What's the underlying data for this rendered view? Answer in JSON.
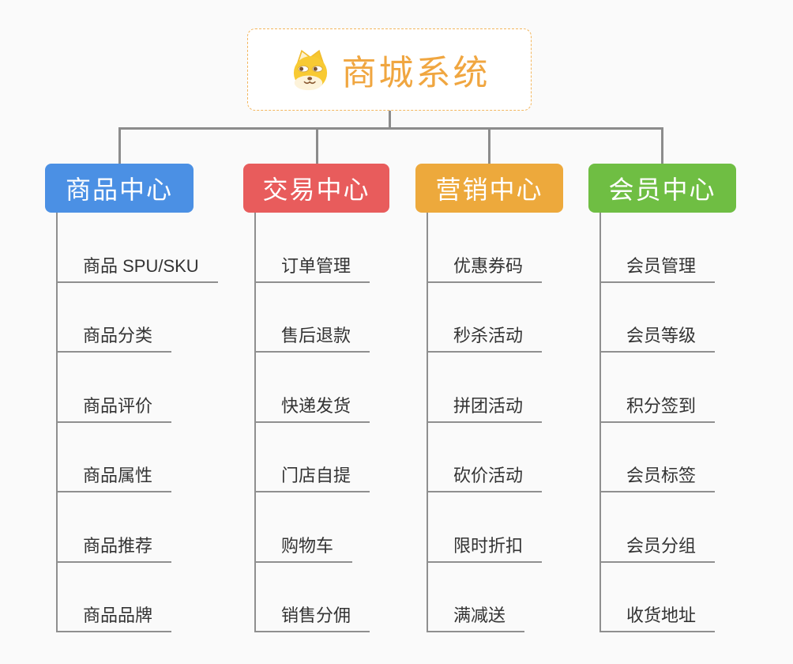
{
  "app": {
    "background": "#fafafa",
    "connector_color": "#8c8c8c",
    "underline_color": "#8f8f8f",
    "item_text_color": "#333333"
  },
  "root": {
    "title": "商城系统",
    "accent_color": "#f0a640",
    "border_color": "#f3b65e",
    "icon": "dog-face-icon"
  },
  "branches": [
    {
      "label": "商品中心",
      "color": "#4b90e4",
      "items": [
        "商品 SPU/SKU",
        "商品分类",
        "商品评价",
        "商品属性",
        "商品推荐",
        "商品品牌"
      ]
    },
    {
      "label": "交易中心",
      "color": "#e85c5c",
      "items": [
        "订单管理",
        "售后退款",
        "快递发货",
        "门店自提",
        "购物车",
        "销售分佣"
      ]
    },
    {
      "label": "营销中心",
      "color": "#eda93c",
      "items": [
        "优惠券码",
        "秒杀活动",
        "拼团活动",
        "砍价活动",
        "限时折扣",
        "满减送"
      ]
    },
    {
      "label": "会员中心",
      "color": "#6fbe43",
      "items": [
        "会员管理",
        "会员等级",
        "积分签到",
        "会员标签",
        "会员分组",
        "收货地址"
      ]
    }
  ]
}
